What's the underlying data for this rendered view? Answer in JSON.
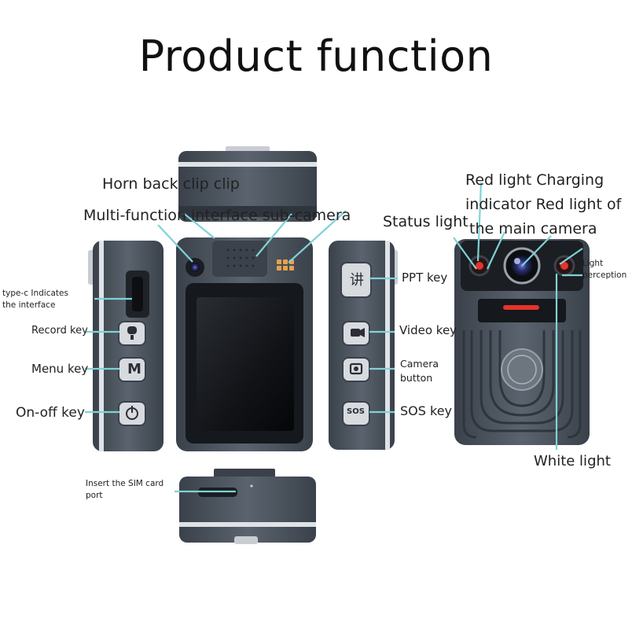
{
  "title": "Product function",
  "labels": {
    "horn_back_clip": "Horn back clip clip",
    "multi_function": "Multi-function interface sub-camera",
    "red_light_line1": "Red light Charging",
    "red_light_line2": "indicator Red light of",
    "red_light_line3": "the main camera",
    "status_light": "Status light",
    "light_perception": "Light perception",
    "type_c": "type-c Indicates the interface",
    "record_key": "Record key",
    "menu_key": "Menu key",
    "on_off_key": "On-off key",
    "ppt_key": "PPT key",
    "video_key": "Video key",
    "camera_button": "Camera button",
    "sos_key": "SOS key",
    "white_light": "White light",
    "sim_card": "Insert the SIM card port"
  },
  "buttons": {
    "ppt_glyph": "讲",
    "menu_glyph": "M",
    "sos_glyph": "SOS"
  },
  "colors": {
    "body": "#4a525d",
    "body_dark": "#2f353d",
    "accent_line": "#dfe3e8",
    "leader": "#7fd3d6",
    "red_light": "#e2342c"
  }
}
